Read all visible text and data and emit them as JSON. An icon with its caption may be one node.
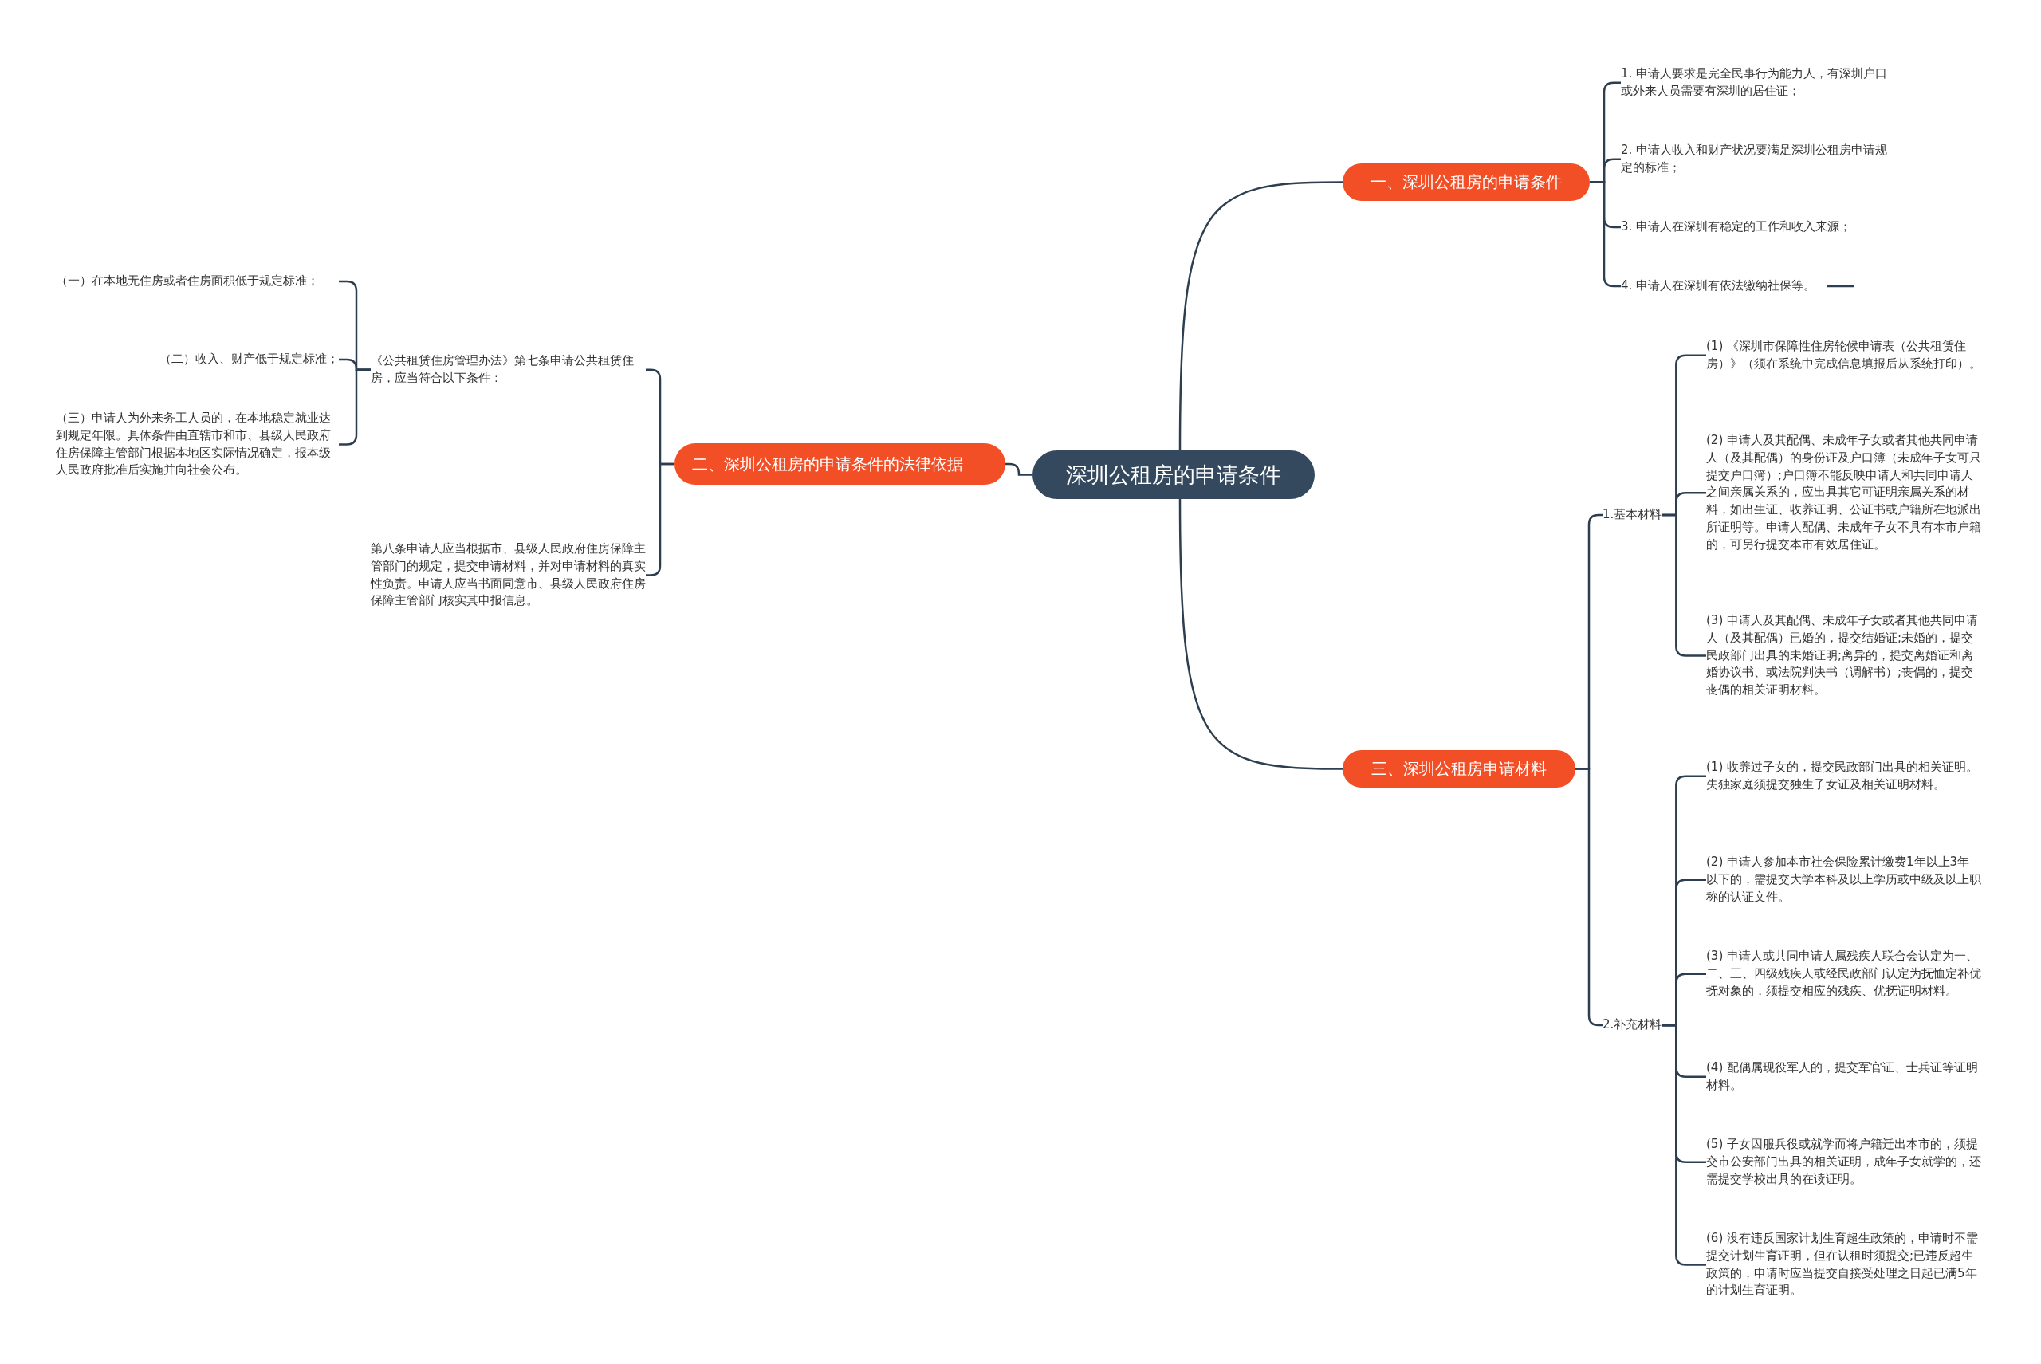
{
  "diagram": {
    "nodes": [
      {
        "text": [
          "深圳公租房的申请条件"
        ]
      },
      {
        "text": [
          "一、深圳公租房的申请条件"
        ]
      },
      {
        "text": [
          "1. 申请人要求是完全民事行为能力人，有深圳户口或外来人员需要有深圳的居住证；"
        ]
      },
      {
        "text": [
          "2. 申请人收入和财产状况要满足深圳公租房申请规定的标准；"
        ]
      },
      {
        "text": [
          "3. 申请人在深圳有稳定的工作和收入来源；"
        ]
      },
      {
        "text": [
          "4. 申请人在深圳有依法缴纳社保等。"
        ]
      },
      {
        "text": [
          "二、深圳公租房的申请条件的法律依据"
        ]
      },
      {
        "text": [
          "《公共租赁住房管理办法》第七条申请公共租赁住房，应当符合以下条件："
        ]
      },
      {
        "text": [
          "（一）在本地无住房或者住房面积低于规定标准；"
        ]
      },
      {
        "text": [
          "（二）收入、财产低于规定标准；"
        ]
      },
      {
        "text": [
          "（三）申请人为外来务工人员的，在本地稳定就业达到规定年限。具体条件由直辖市和市、县级人民政府住房保障主管部门根据本地区实际情况确定，报本级人民政府批准后实施并向社会公布。"
        ]
      },
      {
        "text": [
          "第八条申请人应当根据市、县级人民政府住房保障主管部门的规定，提交申请材料，并对申请材料的真实性负责。申请人应当书面同意市、县级人民政府住房保障主管部门核实其申报信息。"
        ]
      },
      {
        "text": [
          "三、深圳公租房申请材料"
        ]
      },
      {
        "text": [
          "1.基本材料"
        ]
      },
      {
        "text": [
          "(1) 《深圳市保障性住房轮候申请表（公共租赁住房）》（须在系统中完成信息填报后从系统打印）。"
        ]
      },
      {
        "text": [
          "(2) 申请人及其配偶、未成年子女或者其他共同申请人（及其配偶）的身份证及户口簿（未成年子女可只提交户口簿）;户口簿不能反映申请人和共同申请人之间亲属关系的，应出具其它可证明亲属关系的材料，如出生证、收养证明、公证书或户籍所在地派出所证明等。申请人配偶、未成年子女不具有本市户籍的，可另行提交本市有效居住证。"
        ]
      },
      {
        "text": [
          "(3) 申请人及其配偶、未成年子女或者其他共同申请人（及其配偶）已婚的，提交结婚证;未婚的，提交民政部门出具的未婚证明;离异的，提交离婚证和离婚协议书、或法院判决书（调解书）;丧偶的，提交丧偶的相关证明材料。"
        ]
      },
      {
        "text": [
          "2.补充材料"
        ]
      },
      {
        "text": [
          "(1) 收养过子女的，提交民政部门出具的相关证明。失独家庭须提交独生子女证及相关证明材料。"
        ]
      },
      {
        "text": [
          "(2) 申请人参加本市社会保险累计缴费1年以上3年以下的，需提交大学本科及以上学历或中级及以上职称的认证文件。"
        ]
      },
      {
        "text": [
          "(3) 申请人或共同申请人属残疾人联合会认定为一、二、三、四级残疾人或经民政部门认定为抚恤定补优抚对象的，须提交相应的残疾、优抚证明材料。"
        ]
      },
      {
        "text": [
          "(4) 配偶属现役军人的，提交军官证、士兵证等证明材料。"
        ]
      },
      {
        "text": [
          "(5) 子女因服兵役或就学而将户籍迁出本市的，须提交市公安部门出具的相关证明，成年子女就学的，还需提交学校出具的在读证明。"
        ]
      },
      {
        "text": [
          "(6) 没有违反国家计划生育超生政策的，申请时不需提交计划生育证明，但在认租时须提交;已违反超生政策的，申请时应当提交自接受处理之日起已满5年的计划生育证明。"
        ]
      }
    ],
    "edges": [
      {
        "from": 0,
        "to": 1,
        "arrow": "none"
      },
      {
        "from": 1,
        "to": 2,
        "arrow": "none"
      },
      {
        "from": 1,
        "to": 3,
        "arrow": "none"
      },
      {
        "from": 1,
        "to": 4,
        "arrow": "none"
      },
      {
        "from": 1,
        "to": 5,
        "arrow": "none"
      },
      {
        "from": 0,
        "to": 6,
        "arrow": "none"
      },
      {
        "from": 6,
        "to": 7,
        "arrow": "none"
      },
      {
        "from": 7,
        "to": 8,
        "arrow": "none"
      },
      {
        "from": 7,
        "to": 9,
        "arrow": "none"
      },
      {
        "from": 7,
        "to": 10,
        "arrow": "none"
      },
      {
        "from": 6,
        "to": 11,
        "arrow": "none"
      },
      {
        "from": 0,
        "to": 12,
        "arrow": "none"
      },
      {
        "from": 12,
        "to": 13,
        "arrow": "none"
      },
      {
        "from": 13,
        "to": 14,
        "arrow": "none"
      },
      {
        "from": 13,
        "to": 15,
        "arrow": "none"
      },
      {
        "from": 13,
        "to": 16,
        "arrow": "none"
      },
      {
        "from": 12,
        "to": 17,
        "arrow": "none"
      },
      {
        "from": 17,
        "to": 18,
        "arrow": "none"
      },
      {
        "from": 17,
        "to": 19,
        "arrow": "none"
      },
      {
        "from": 17,
        "to": 20,
        "arrow": "none"
      },
      {
        "from": 17,
        "to": 21,
        "arrow": "none"
      },
      {
        "from": 17,
        "to": 22,
        "arrow": "none"
      },
      {
        "from": 17,
        "to": 23,
        "arrow": "none"
      }
    ]
  }
}
